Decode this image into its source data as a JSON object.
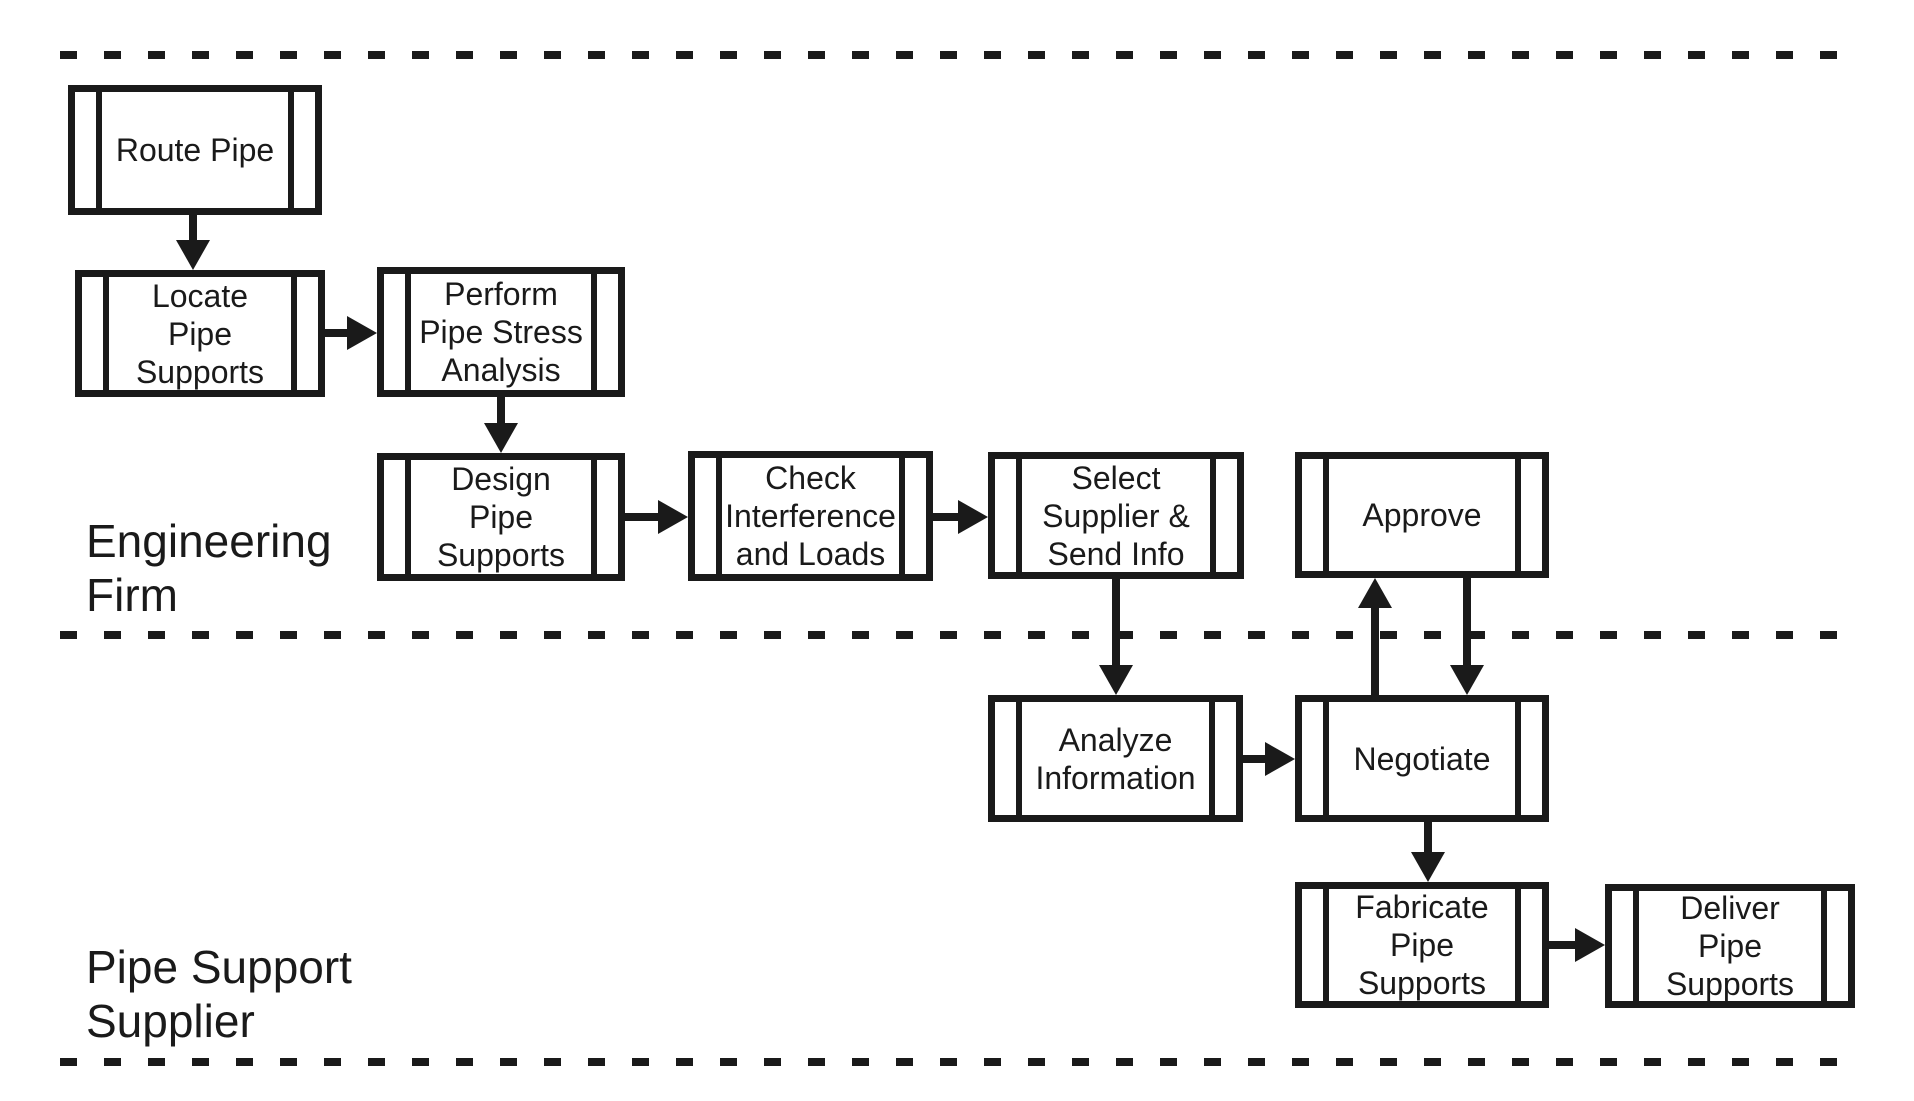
{
  "colors": {
    "ink": "#1a1a1a",
    "background": "#ffffff"
  },
  "lanes": {
    "engineering_firm": {
      "label": "Engineering\nFirm"
    },
    "pipe_support_supplier": {
      "label": "Pipe Support\nSupplier"
    }
  },
  "nodes": {
    "route_pipe": {
      "label": "Route Pipe"
    },
    "locate_pipe_supports": {
      "label": "Locate Pipe\nSupports"
    },
    "perform_pipe_stress_analysis": {
      "label": "Perform\nPipe Stress\nAnalysis"
    },
    "design_pipe_supports": {
      "label": "Design Pipe\nSupports"
    },
    "check_interference_and_loads": {
      "label": "Check\nInterference\nand Loads"
    },
    "select_supplier_send_info": {
      "label": "Select\nSupplier &\nSend Info"
    },
    "approve": {
      "label": "Approve"
    },
    "analyze_information": {
      "label": "Analyze\nInformation"
    },
    "negotiate": {
      "label": "Negotiate"
    },
    "fabricate_pipe_supports": {
      "label": "Fabricate\nPipe\nSupports"
    },
    "deliver_pipe_supports": {
      "label": "Deliver Pipe\nSupports"
    }
  },
  "edges": [
    {
      "from": "route_pipe",
      "to": "locate_pipe_supports",
      "direction": "down"
    },
    {
      "from": "locate_pipe_supports",
      "to": "perform_pipe_stress_analysis",
      "direction": "right"
    },
    {
      "from": "perform_pipe_stress_analysis",
      "to": "design_pipe_supports",
      "direction": "down"
    },
    {
      "from": "design_pipe_supports",
      "to": "check_interference_and_loads",
      "direction": "right"
    },
    {
      "from": "check_interference_and_loads",
      "to": "select_supplier_send_info",
      "direction": "right"
    },
    {
      "from": "select_supplier_send_info",
      "to": "analyze_information",
      "direction": "down"
    },
    {
      "from": "analyze_information",
      "to": "negotiate",
      "direction": "right"
    },
    {
      "from": "negotiate",
      "to": "approve",
      "direction": "up"
    },
    {
      "from": "approve",
      "to": "negotiate",
      "direction": "down"
    },
    {
      "from": "negotiate",
      "to": "fabricate_pipe_supports",
      "direction": "down"
    },
    {
      "from": "fabricate_pipe_supports",
      "to": "deliver_pipe_supports",
      "direction": "right"
    }
  ]
}
